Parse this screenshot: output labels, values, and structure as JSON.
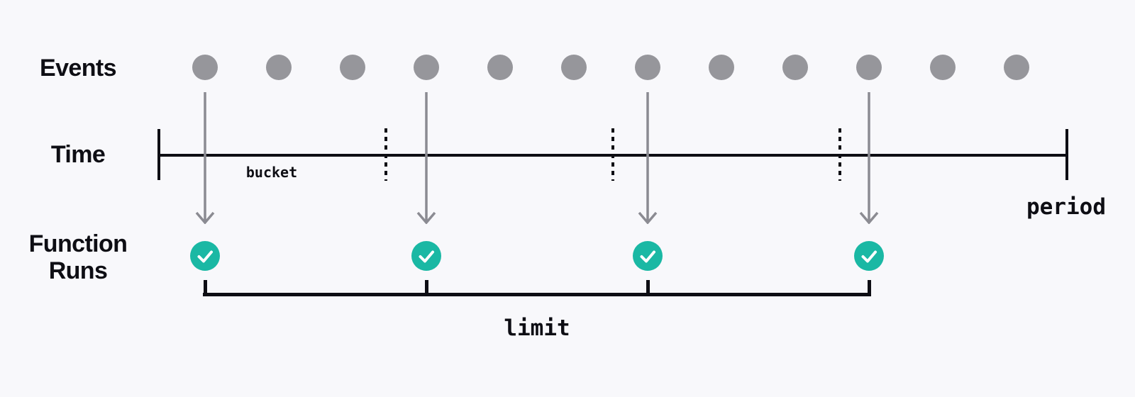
{
  "colors": {
    "background": "#F8F8FB",
    "ink": "#0E0E14",
    "event_dot": "#96969B",
    "arrow": "#8B8B92",
    "run_circle": "#1AB8A4",
    "check": "#FFFFFF"
  },
  "labels": {
    "events": "Events",
    "time": "Time",
    "function_runs": "Function Runs",
    "bucket": "bucket",
    "period": "period",
    "limit": "limit"
  },
  "icons": {
    "run": "check-icon",
    "event_flow": "arrow-down-icon",
    "event": "dot-icon"
  },
  "diagram": {
    "event_count": 12,
    "bucket_count": 4,
    "run_count": 4,
    "triggered_event_indices": [
      0,
      3,
      6,
      9
    ]
  }
}
